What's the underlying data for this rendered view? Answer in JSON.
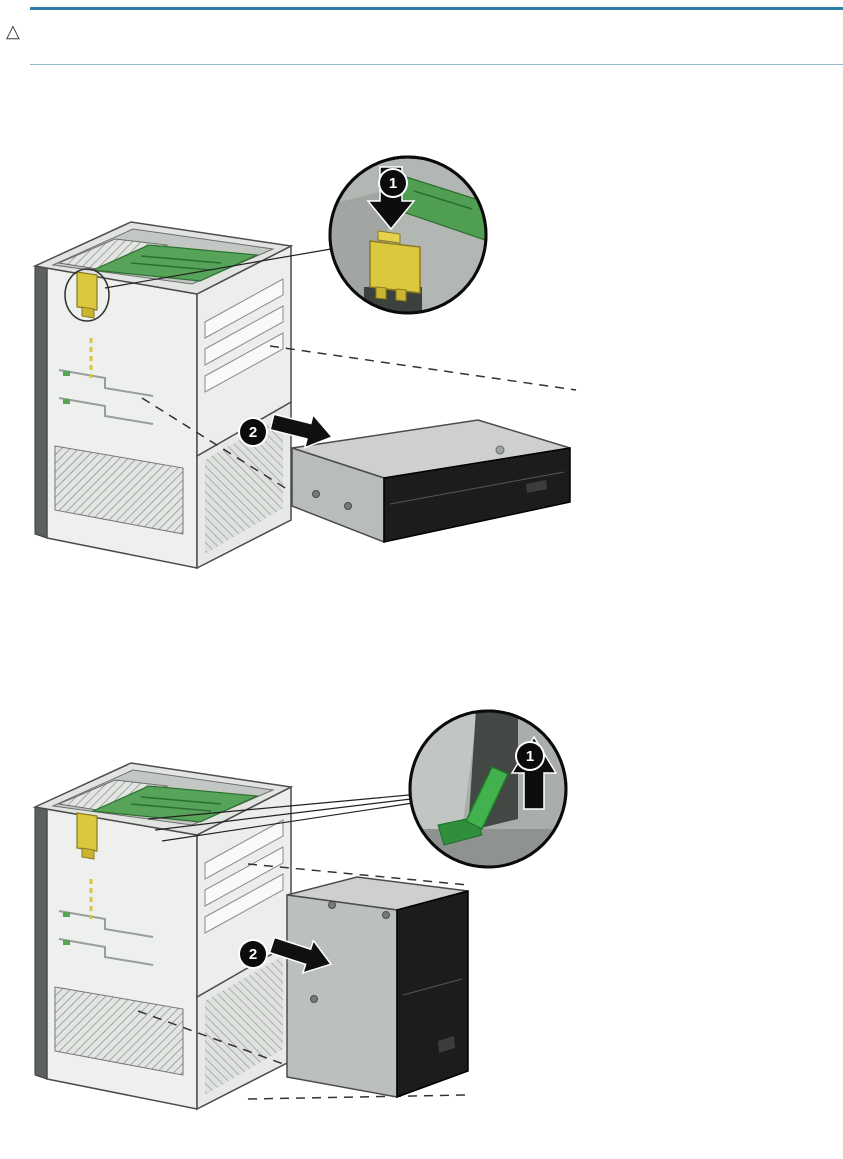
{
  "caution": {
    "icon": "△"
  },
  "figures": [
    {
      "callouts": {
        "one": "1",
        "two": "2"
      }
    },
    {
      "callouts": {
        "one": "1",
        "two": "2"
      }
    }
  ],
  "colors": {
    "rule_top": "#2d7fa6",
    "rule_bottom": "#8fb9d0",
    "system_board_green": "#56a359",
    "drivelock_yellow": "#dcc83e",
    "release_latch_green": "#43b14d",
    "callout_background": "#0b0b0b",
    "callout_text": "#ffffff"
  }
}
